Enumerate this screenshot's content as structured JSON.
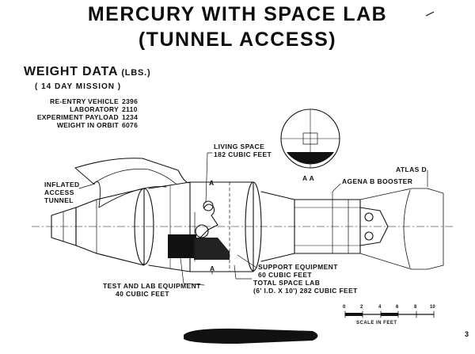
{
  "title": {
    "line1": "MERCURY WITH SPACE LAB",
    "line2": "(TUNNEL ACCESS)"
  },
  "weight_data": {
    "heading": "WEIGHT DATA",
    "unit": "(LBS.)",
    "mission": "( 14 DAY MISSION )",
    "rows": [
      {
        "label": "RE-ENTRY VEHICLE",
        "value": "2396"
      },
      {
        "label": "LABORATORY",
        "value": "2110"
      },
      {
        "label": "EXPERIMENT PAYLOAD",
        "value": "1234"
      },
      {
        "label": "WEIGHT IN ORBIT",
        "value": "6076"
      }
    ]
  },
  "labels": {
    "living_space_1": "LIVING SPACE",
    "living_space_2": "182 CUBIC FEET",
    "inflated_1": "INFLATED",
    "inflated_2": "ACCESS",
    "inflated_3": "TUNNEL",
    "section_a_top": "A",
    "section_a_bottom": "A",
    "section_view": "A A",
    "atlas": "ATLAS D",
    "agena": "AGENA B BOOSTER",
    "support_1": "SUPPORT EQUIPMENT",
    "support_2": "60 CUBIC FEET",
    "total_1": "TOTAL SPACE LAB",
    "total_2": "(6' I.D. X 10') 282 CUBIC FEET",
    "test_1": "TEST AND LAB EQUIPMENT",
    "test_2": "40 CUBIC FEET"
  },
  "scale": {
    "ticks": [
      "0",
      "2",
      "4",
      "6",
      "8",
      "10"
    ],
    "title": "SCALE IN FEET"
  },
  "page_number": "3",
  "colors": {
    "ink": "#111111",
    "paper": "#ffffff"
  }
}
